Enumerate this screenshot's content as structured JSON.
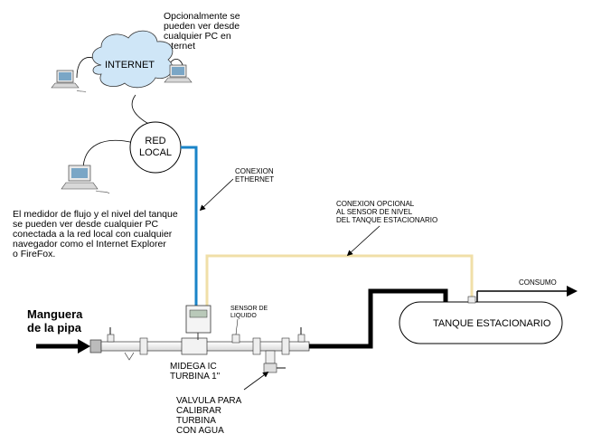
{
  "notes": {
    "top_line1": "Opcionalmente se",
    "top_line2": "pueden ver desde",
    "top_line3": "cualquier PC en",
    "top_line4": "internet",
    "left_line1": "El medidor de flujo y el nivel del tanque",
    "left_line2": "se pueden ver desde cualquier PC",
    "left_line3": "conectada a la red local con cualquier",
    "left_line4": "navegador como el Internet Explorer",
    "left_line5": "o FireFox."
  },
  "network": {
    "internet": "INTERNET",
    "red_line1": "RED",
    "red_line2": "LOCAL",
    "ethernet_line1": "CONEXION",
    "ethernet_line2": "ETHERNET",
    "optional_line1": "CONEXION OPCIONAL",
    "optional_line2": "AL SENSOR DE NIVEL",
    "optional_line3": "DEL TANQUE ESTACIONARIO"
  },
  "pipe": {
    "hose_line1": "Manguera",
    "hose_line2": "de la pipa",
    "sensor_line1": "SENSOR DE",
    "sensor_line2": "LIQUIDO",
    "meter_line1": "MIDEGA IC",
    "meter_line2": "TURBINA 1\"",
    "valve_line1": "VALVULA PARA",
    "valve_line2": "CALIBRAR",
    "valve_line3": "TURBINA",
    "valve_line4": "CON AGUA"
  },
  "tank": {
    "label": "TANQUE ESTACIONARIO",
    "consumo": "CONSUMO"
  },
  "colors": {
    "ethernet": "#1a84c8",
    "optional": "#f0dfa8",
    "cloud": "#cfe6f7",
    "pipe": "#000000"
  }
}
